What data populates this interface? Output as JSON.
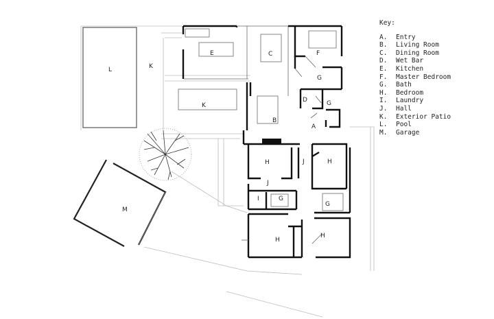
{
  "key": {
    "title": "Key:",
    "items": [
      {
        "letter": "A.",
        "label": "Entry"
      },
      {
        "letter": "B.",
        "label": "Living Room"
      },
      {
        "letter": "C.",
        "label": "Dining Room"
      },
      {
        "letter": "D.",
        "label": "Wet Bar"
      },
      {
        "letter": "E.",
        "label": "Kitchen"
      },
      {
        "letter": "F.",
        "label": "Master Bedroom"
      },
      {
        "letter": "G.",
        "label": "Bath"
      },
      {
        "letter": "H.",
        "label": "Bedroom"
      },
      {
        "letter": "I.",
        "label": "Laundry"
      },
      {
        "letter": "J.",
        "label": "Hall"
      },
      {
        "letter": "K.",
        "label": "Exterior Patio"
      },
      {
        "letter": "L.",
        "label": "Pool"
      },
      {
        "letter": "M.",
        "label": "Garage"
      }
    ]
  },
  "room_labels": {
    "a": "A",
    "b": "B",
    "c": "C",
    "d": "D",
    "e": "E",
    "f": "F",
    "g": "G",
    "h": "H",
    "i": "I",
    "j": "J",
    "k": "K",
    "l": "L",
    "m": "M"
  }
}
